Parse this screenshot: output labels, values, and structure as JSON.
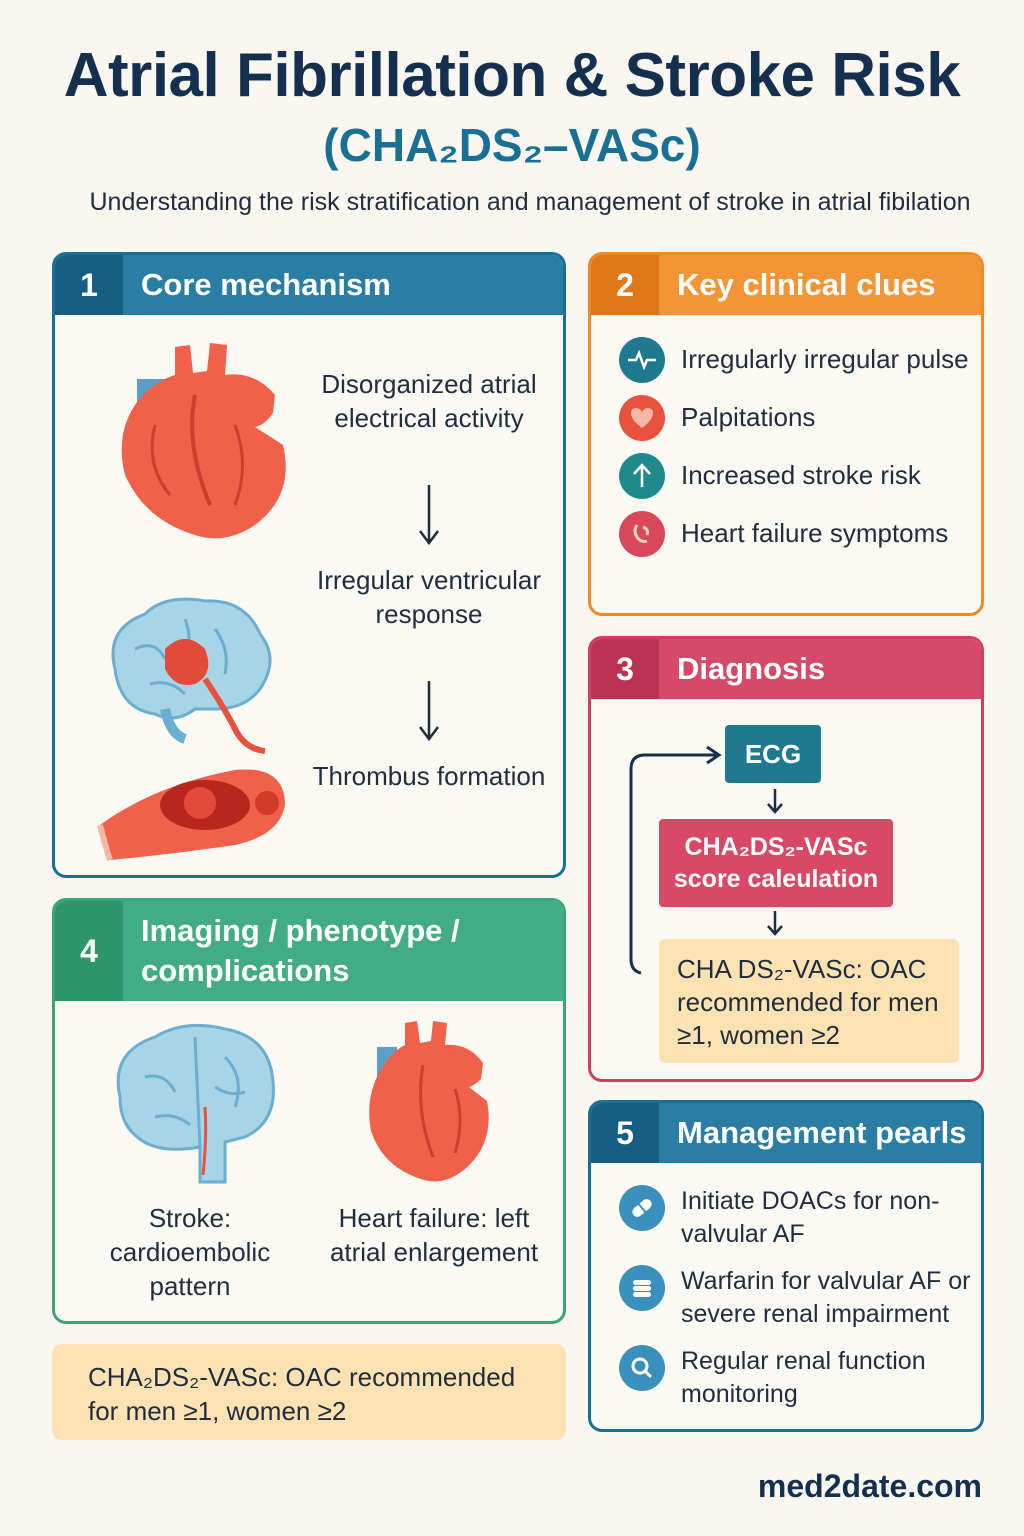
{
  "header": {
    "title": "Atrial Fibrillation & Stroke Risk",
    "formula": "(CHA₂DS₂–VASc)",
    "tagline": "Understanding the risk stratification and management of stroke in atrial fibilation"
  },
  "sections": {
    "core": {
      "number": "1",
      "title": "Core mechanism",
      "steps": [
        "Disorganized atrial electrical activity",
        "Irregular ventricular response",
        "Thrombus formation"
      ],
      "icons": [
        "heart-icon",
        "brain-icon",
        "blood-vessel-clot-icon"
      ]
    },
    "clues": {
      "number": "2",
      "title": "Key clinical clues",
      "items": [
        {
          "label": "Irregularly irregular pulse",
          "icon": "pulse-wave-icon",
          "color": "#1f7a91"
        },
        {
          "label": "Palpitations",
          "icon": "heart-icon",
          "color": "#e8513f"
        },
        {
          "label": "Increased stroke risk",
          "icon": "up-arrow-icon",
          "color": "#1f8a8c"
        },
        {
          "label": "Heart failure symptoms",
          "icon": "heart-failure-icon",
          "color": "#d9485a"
        }
      ]
    },
    "diagnosis": {
      "number": "3",
      "title": "Diagnosis",
      "ecg": "ECG",
      "score": "CHA₂DS₂-VASc score caleulation",
      "result": "CHA DS₂-VASc: OAC recommended for men ≥1, women ≥2"
    },
    "imaging": {
      "number": "4",
      "title": "Imaging / phenotype / complications",
      "captions": [
        "Stroke: cardioembolic pattern",
        "Heart failure: left atrial enlargement"
      ],
      "icons": [
        "brain-icon",
        "heart-icon"
      ]
    },
    "note": "CHA₂DS₂-VASc: OAC recommended for men ≥1, women ≥2",
    "management": {
      "number": "5",
      "title": "Management pearls",
      "items": [
        {
          "label": "Initiate DOACs for non-valvular AF",
          "icon": "pill-icon"
        },
        {
          "label": "Warfarin for valvular AF or severe renal impairment",
          "icon": "tablet-icon"
        },
        {
          "label": "Regular renal function monitoring",
          "icon": "magnifier-icon"
        }
      ]
    }
  },
  "footer": {
    "site": "med2date.com"
  },
  "colors": {
    "blue": "#2a7ea3",
    "orange": "#f29537",
    "red": "#d54a68",
    "green": "#42ad84",
    "heart": "#f0604a",
    "brain": "#a8d4e8",
    "note_bg": "#fde2b4"
  }
}
